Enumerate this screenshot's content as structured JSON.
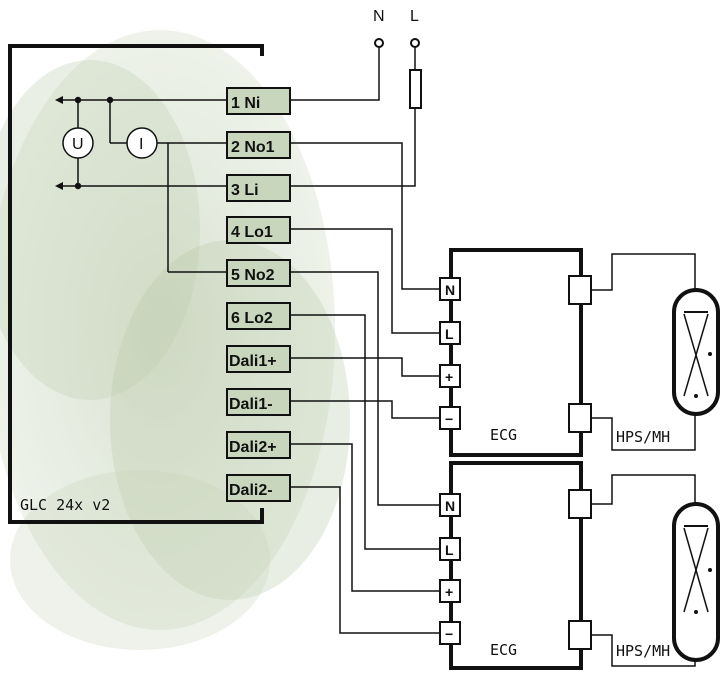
{
  "supply": {
    "n_label": "N",
    "l_label": "L"
  },
  "controller": {
    "name": "GLC 24x v2",
    "terminals": [
      "1 Ni",
      "2 No1",
      "3 Li",
      "4 Lo1",
      "5 No2",
      "6 Lo2",
      "Dali1+",
      "Dali1-",
      "Dali2+",
      "Dali2-"
    ],
    "meters": {
      "voltage": "U",
      "current": "I"
    }
  },
  "ecg_top": {
    "label": "ECG",
    "pins": [
      "N",
      "L",
      "+",
      "−"
    ],
    "lamp_label": "HPS/MH"
  },
  "ecg_bottom": {
    "label": "ECG",
    "pins": [
      "N",
      "L",
      "+",
      "−"
    ],
    "lamp_label": "HPS/MH"
  },
  "colors": {
    "line": "#111111",
    "terminal_fill": "#c8d6bd",
    "background_tree": "#9fb58d"
  }
}
